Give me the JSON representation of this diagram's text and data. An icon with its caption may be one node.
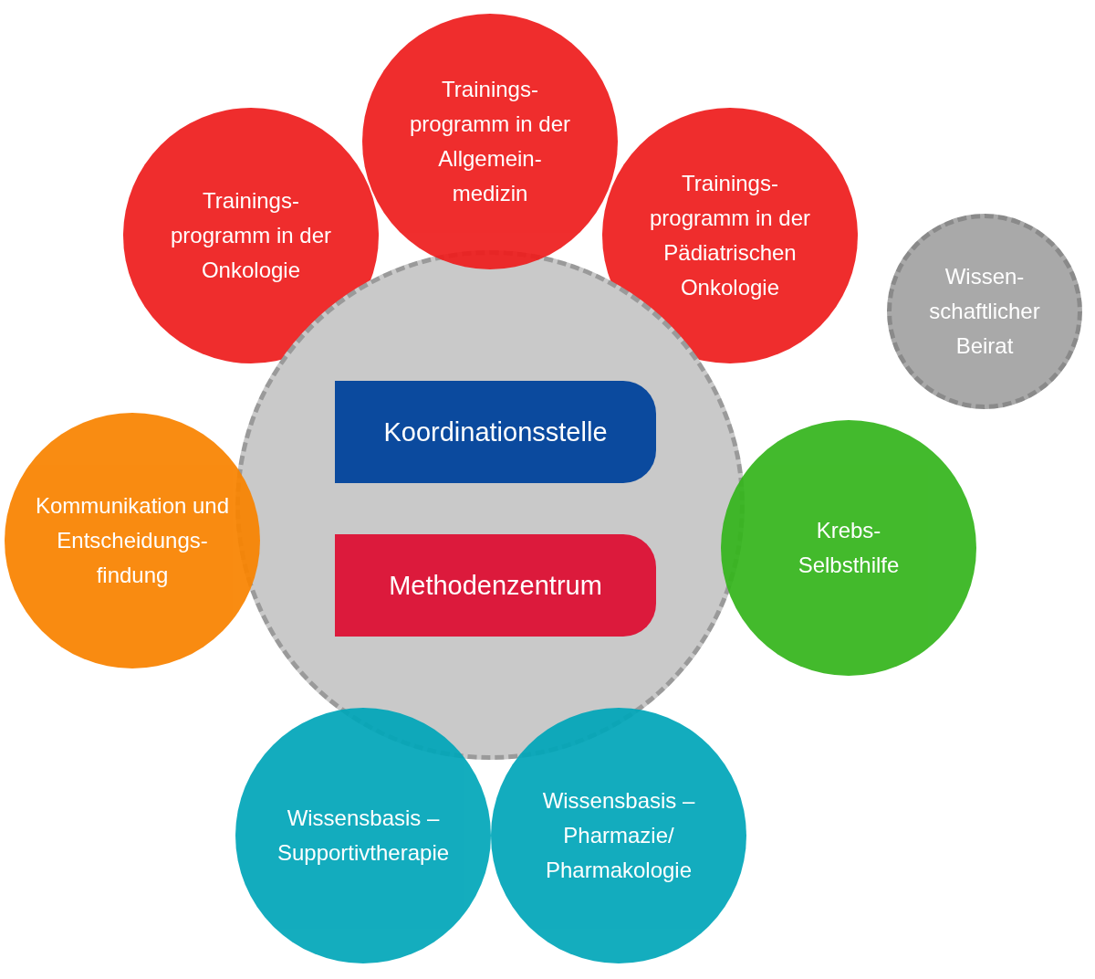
{
  "diagram": {
    "nodes": [
      {
        "text": [
          "Trainings- programm in der Allgemein- medizin"
        ]
      },
      {
        "text": [
          "Trainings- programm in der Onkologie"
        ]
      },
      {
        "text": [
          "Trainings- programm in der Pädiatrischen Onkologie"
        ]
      },
      {
        "text": [
          "Wissen- schaftlicher Beirat"
        ]
      },
      {
        "text": [],
        "shape": "circle"
      },
      {
        "text": [
          "Koordinationsstelle"
        ],
        "in": 4
      },
      {
        "text": [
          "Methodenzentrum"
        ],
        "in": 4
      },
      {
        "text": [
          "Kommunikation und Entscheidungs- findung"
        ]
      },
      {
        "text": [
          "Krebs- Selbsthilfe"
        ]
      },
      {
        "text": [
          "Wissensbasis – Supportivtherapie"
        ]
      },
      {
        "text": [
          "Wissensbasis – Pharmazie/ Pharmakologie"
        ]
      }
    ],
    "edges": []
  }
}
